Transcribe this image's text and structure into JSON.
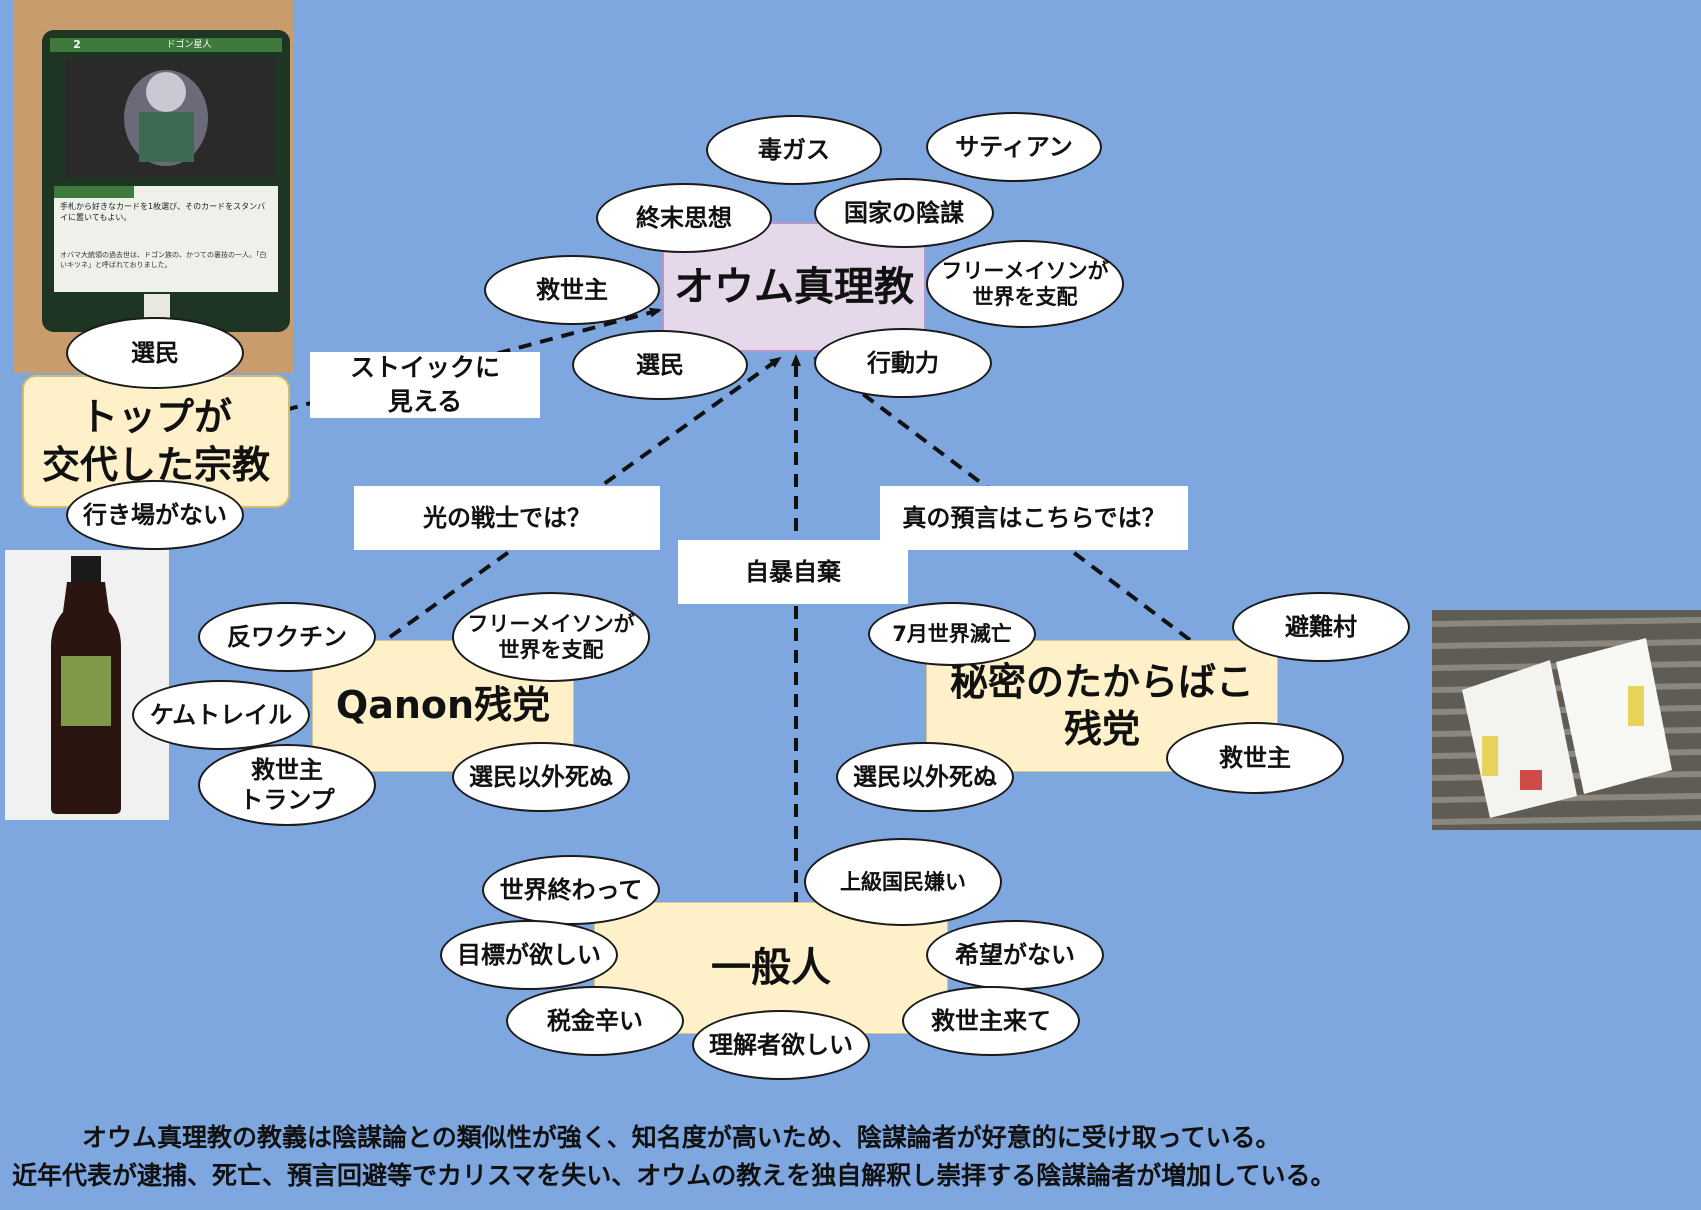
{
  "central": {
    "title": "オウム真理教"
  },
  "top_changed": {
    "title_line1": "トップが",
    "title_line2": "交代した宗教"
  },
  "qanon": {
    "title": "Qanon残党"
  },
  "takarabako": {
    "title_line1": "秘密のたからばこ",
    "title_line2": "残党"
  },
  "general": {
    "title": "一般人"
  },
  "labels": {
    "stoic": "ストイックに\n見える",
    "light_warrior": "光の戦士では？",
    "true_prophecy": "真の預言はこちらでは？",
    "self_abandon": "自暴自棄"
  },
  "central_traits": {
    "poison_gas": "毒ガス",
    "satian": "サティアン",
    "doomsday": "終末思想",
    "state_conspiracy": "国家の陰謀",
    "savior": "救世主",
    "freemason": "フリーメイソンが\n世界を支配",
    "chosen": "選民",
    "action": "行動力"
  },
  "top_traits": {
    "chosen": "選民",
    "nowhere": "行き場がない"
  },
  "qanon_traits": {
    "antivax": "反ワクチン",
    "freemason": "フリーメイソンが\n世界を支配",
    "chemtrail": "ケムトレイル",
    "savior_trump": "救世主\nトランプ",
    "non_chosen_die": "選民以外死ぬ"
  },
  "takarabako_traits": {
    "july": "7月世界滅亡",
    "shelter": "避難村",
    "savior": "救世主",
    "non_chosen_die": "選民以外死ぬ"
  },
  "general_traits": {
    "world_end": "世界終わって",
    "upper_class": "上級国民嫌い",
    "goal": "目標が欲しい",
    "no_hope": "希望がない",
    "tax": "税金辛い",
    "understander": "理解者欲しい",
    "savior_come": "救世主来て"
  },
  "card": {
    "cost": "2",
    "name": "ドゴン星人",
    "text": "手札から好きなカードを1枚選び、そのカードをスタンバイに置いてもよい。",
    "flavor": "オバマ大統領の過去世は、ドゴン族の、かつての裏技の一人。「白いキツネ」と呼ばれておりました。"
  },
  "colors": {
    "background": "#7ea6df",
    "cream": "#fef1c9",
    "lavender": "#e5d8ea",
    "label": "#ffffff",
    "ellipse_border": "#1a1a1a"
  },
  "footer": {
    "line1": "オウム真理教の教義は陰謀論との類似性が強く、知名度が高いため、陰謀論者が好意的に受け取っている。",
    "line2": "近年代表が逮捕、死亡、預言回避等でカリスマを失い、オウムの教えを独自解釈し崇拝する陰謀論者が増加している。"
  }
}
